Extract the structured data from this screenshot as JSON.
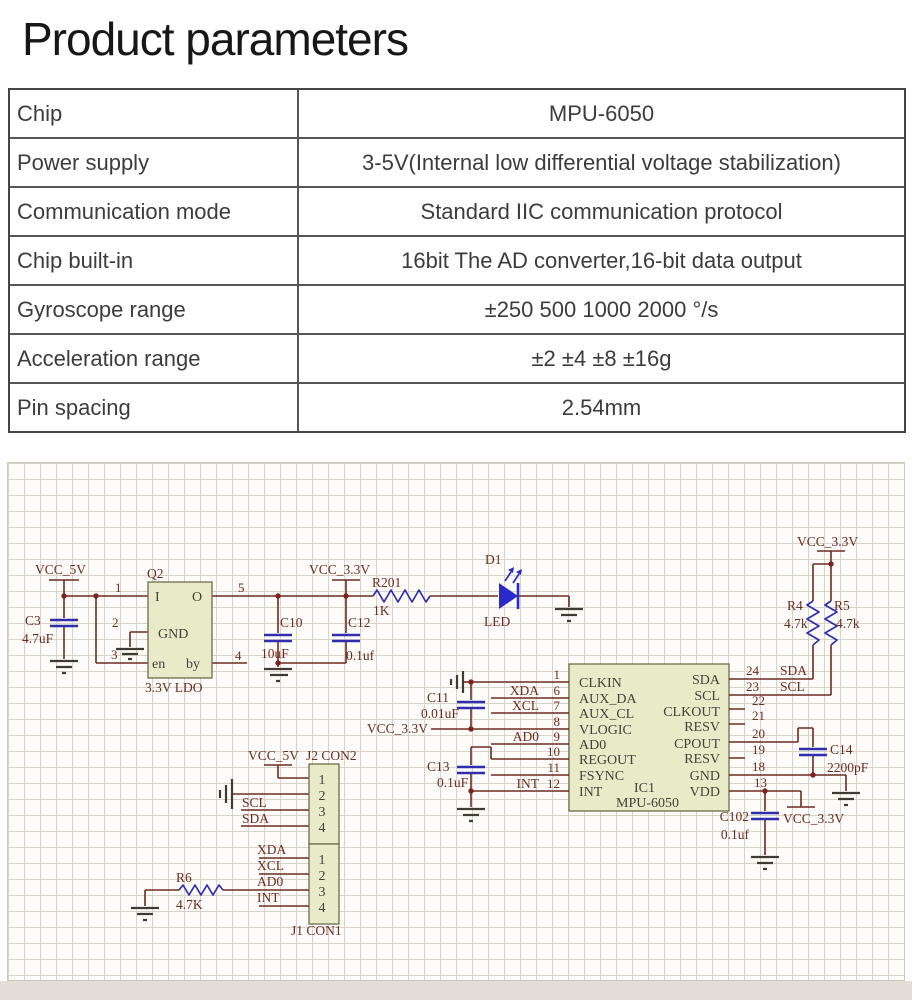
{
  "page": {
    "title": "Product parameters"
  },
  "table": {
    "rows": [
      {
        "label": "Chip",
        "value": "MPU-6050"
      },
      {
        "label": "Power supply",
        "value": "3-5V(Internal low differential voltage stabilization)"
      },
      {
        "label": "Communication mode",
        "value": "Standard IIC communication protocol"
      },
      {
        "label": "Chip built-in",
        "value": "16bit The AD converter,16-bit data output"
      },
      {
        "label": "Gyroscope range",
        "value": "±250 500 1000 2000 °/s"
      },
      {
        "label": "Acceleration range",
        "value": "±2 ±4 ±8 ±16g"
      },
      {
        "label": "Pin spacing",
        "value": "2.54mm"
      }
    ]
  },
  "schematic": {
    "colors": {
      "wire": "#6b2b22",
      "component_blue": "#2f2fae",
      "led_blue": "#2a2ac8",
      "part_fill": "#e9ebc8",
      "ground": "#403a33"
    },
    "power": {
      "vcc5": "VCC_5V",
      "vcc33": "VCC_3.3V"
    },
    "q2": {
      "ref": "Q2",
      "subtitle": "3.3V LDO",
      "pin_in": "I",
      "pin_out": "O",
      "pin_gnd": "GND",
      "pin_en": "en",
      "pin_by": "by",
      "n1": "1",
      "n2": "2",
      "n3": "3",
      "n4": "4",
      "n5": "5"
    },
    "c3": {
      "ref": "C3",
      "value": "4.7uF"
    },
    "c10": {
      "ref": "C10",
      "value": "10uF"
    },
    "c12": {
      "ref": "C12",
      "value": "0.1uf"
    },
    "r201": {
      "ref": "R201",
      "value": "1K"
    },
    "d1": {
      "ref": "D1",
      "value": "LED"
    },
    "r4": {
      "ref": "R4",
      "value": "4.7k"
    },
    "r5": {
      "ref": "R5",
      "value": "4.7k"
    },
    "c11": {
      "ref": "C11",
      "value": "0.01uF"
    },
    "c13": {
      "ref": "C13",
      "value": "0.1uF"
    },
    "c14": {
      "ref": "C14",
      "value": "2200pF"
    },
    "c102": {
      "ref": "C102",
      "value": "0.1uf"
    },
    "r6": {
      "ref": "R6",
      "value": "4.7K"
    },
    "ic": {
      "ref": "IC1",
      "part": "MPU-6050",
      "left": [
        {
          "n": "1",
          "name": "CLKIN",
          "net": ""
        },
        {
          "n": "6",
          "name": "AUX_DA",
          "net": "XDA"
        },
        {
          "n": "7",
          "name": "AUX_CL",
          "net": "XCL"
        },
        {
          "n": "8",
          "name": "VLOGIC",
          "net": ""
        },
        {
          "n": "9",
          "name": "AD0",
          "net": "AD0"
        },
        {
          "n": "10",
          "name": "REGOUT",
          "net": ""
        },
        {
          "n": "11",
          "name": "FSYNC",
          "net": ""
        },
        {
          "n": "12",
          "name": "INT",
          "net": "INT"
        }
      ],
      "right": [
        {
          "n": "24",
          "name": "SDA",
          "net": "SDA"
        },
        {
          "n": "23",
          "name": "SCL",
          "net": "SCL"
        },
        {
          "n": "22",
          "name": "CLKOUT",
          "net": ""
        },
        {
          "n": "21",
          "name": "RESV",
          "net": ""
        },
        {
          "n": "20",
          "name": "CPOUT",
          "net": ""
        },
        {
          "n": "19",
          "name": "RESV",
          "net": ""
        },
        {
          "n": "18",
          "name": "GND",
          "net": ""
        },
        {
          "n": "13",
          "name": "VDD",
          "net": ""
        }
      ]
    },
    "j2": {
      "net_vcc": "VCC_5V",
      "ref": "J2 CON2",
      "p1": "1",
      "p2": "2",
      "p3": "3",
      "p4": "4",
      "net_scl": "SCL",
      "net_sda": "SDA"
    },
    "j1": {
      "ref": "J1 CON1",
      "p1": "1",
      "p2": "2",
      "p3": "3",
      "p4": "4",
      "net_xda": "XDA",
      "net_xcl": "XCL",
      "net_ad0": "AD0",
      "net_int": "INT"
    }
  }
}
